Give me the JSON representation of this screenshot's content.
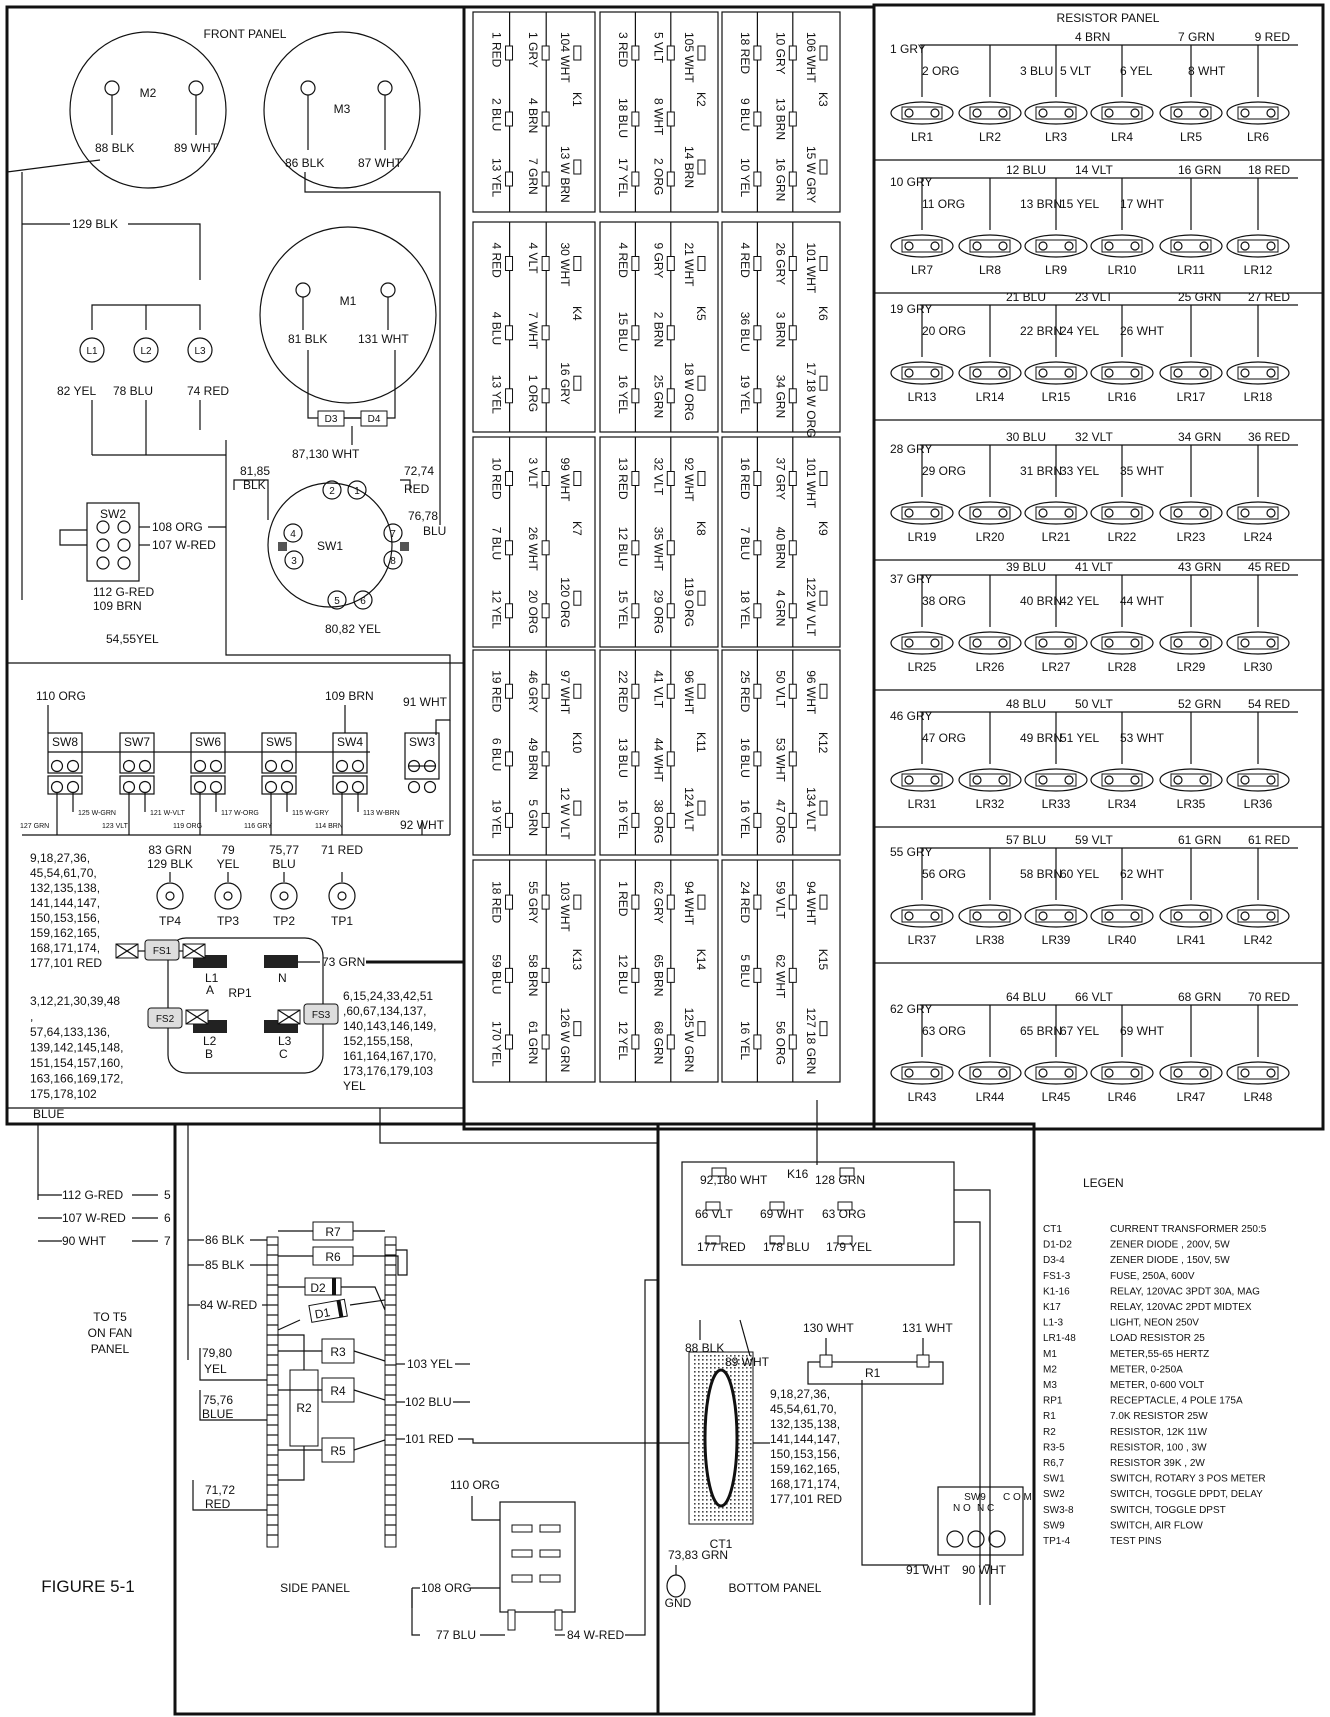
{
  "panels": {
    "front": "FRONT PANEL",
    "resistor": "RESISTOR PANEL",
    "side": "SIDE PANEL",
    "bottom": "BOTTOM PANEL",
    "figure": "FIGURE 5-1",
    "legend_title": "LEGEN",
    "blue": "BLUE",
    "tot5": "TO T5",
    "tot5b": "ON FAN",
    "tot5c": "PANEL"
  },
  "meters": {
    "m2": {
      "name": "M2",
      "left": "88 BLK",
      "right": "89 WHT"
    },
    "m3": {
      "name": "M3",
      "left": "86 BLK",
      "right": "87 WHT"
    },
    "m1": {
      "name": "M1",
      "left": "81 BLK",
      "right": "131 WHT"
    }
  },
  "front_labels": {
    "w129": "129 BLK",
    "l1": "L1",
    "l2": "L2",
    "l3": "L3",
    "l1w": "82 YEL",
    "l2w": "78 BLU",
    "l3w": "74 RED",
    "d3": "D3",
    "d4": "D4",
    "w87130": "87,130 WHT",
    "w8185a": "81,85",
    "w8185b": "BLK",
    "w7274a": "72,74",
    "w7274b": "RED",
    "w7678a": "76,78",
    "w7678b": "BLU",
    "sw1": "SW1",
    "sw1p": [
      "1",
      "2",
      "3",
      "4",
      "5",
      "6",
      "7",
      "8"
    ],
    "w8082": "80,82 YEL",
    "sw2": "SW2",
    "w108": "108 ORG",
    "w107": "107 W-RED",
    "w112": "112 G-RED",
    "w109": "109 BRN",
    "w5455": "54,55YEL",
    "w110": "110 ORG",
    "w109b": "109 BRN",
    "w91": "91 WHT",
    "w92": "92 WHT",
    "sw": [
      "SW8",
      "SW7",
      "SW6",
      "SW5",
      "SW4",
      "SW3"
    ],
    "swsub": [
      "125 W-GRN",
      "121 W-VLT",
      "117 W-ORG",
      "115 W-GRY",
      "113 W-BRN"
    ],
    "swbot": [
      "127 GRN",
      "123 VLT",
      "119 ORG",
      "116 GRY",
      "114 BRN"
    ],
    "tp": [
      {
        "w": "83 GRN",
        "w2": "129 BLK",
        "n": "TP4"
      },
      {
        "w": "79",
        "w2": "YEL",
        "n": "TP3"
      },
      {
        "w": "75,77",
        "w2": "BLU",
        "n": "TP2"
      },
      {
        "w": "71 RED",
        "w2": "",
        "n": "TP1"
      }
    ],
    "leftlist": [
      "9,18,27,36,",
      "45,54,61,70,",
      "132,135,138,",
      "141,144,147,",
      "150,153,156,",
      "159,162,165,",
      "168,171,174,",
      "177,101 RED"
    ],
    "leftlist2": [
      "3,12,21,30,39,48",
      ",",
      "57,64,133,136,",
      "139,142,145,148,",
      "151,154,157,160,",
      "163,166,169,172,",
      "175,178,102"
    ],
    "rightlist": [
      "6,15,24,33,42,51",
      ",60,67,134,137,",
      "140,143,146,149,",
      "152,155,158,",
      "161,164,167,170,",
      "173,176,179,103",
      "YEL"
    ],
    "rp1": "RP1",
    "fs": [
      "FS1",
      "FS2",
      "FS3"
    ],
    "rpl": [
      {
        "a": "L1",
        "b": "A"
      },
      {
        "a": "N",
        "b": ""
      },
      {
        "a": "L2",
        "b": "B"
      },
      {
        "a": "L3",
        "b": "C"
      }
    ],
    "w73": "73 GRN"
  },
  "relays": {
    "rows": [
      [
        {
          "k": "K1",
          "a": "1 RED",
          "b": "1 GRY",
          "c": "104 WHT",
          "d": "2 BLU",
          "e": "4 BRN",
          "f": "",
          "g": "13 YEL",
          "h": "7 GRN",
          "i": "13 W BRN"
        },
        {
          "k": "K2",
          "a": "3 RED",
          "b": "5 VLT",
          "c": "105 WHT",
          "d": "18 BLU",
          "e": "8 WHT",
          "f": "",
          "g": "17 YEL",
          "h": "2 ORG",
          "i": "14 BRN"
        },
        {
          "k": "K3",
          "a": "18 RED",
          "b": "10 GRY",
          "c": "106 WHT",
          "d": "9 BLU",
          "e": "13 BRN",
          "f": "",
          "g": "10 YEL",
          "h": "16 GRN",
          "i": "15 W GRY"
        }
      ],
      [
        {
          "k": "K4",
          "a": "4 RED",
          "b": "4 VLT",
          "c": "30 WHT",
          "d": "4 BLU",
          "e": "7 WHT",
          "f": "",
          "g": "13 YEL",
          "h": "1 ORG",
          "i": "16 GRY"
        },
        {
          "k": "K5",
          "a": "4 RED",
          "b": "9 GRY",
          "c": "21 WHT",
          "d": "15 BLU",
          "e": "2 BRN",
          "f": "",
          "g": "16 YEL",
          "h": "25 GRN",
          "i": "18 W ORG"
        },
        {
          "k": "K6",
          "a": "4 RED",
          "b": "26 GRY",
          "c": "101 WHT",
          "d": "36 BLU",
          "e": "3 BRN",
          "f": "",
          "g": "19 YEL",
          "h": "34 GRN",
          "i": "17 18 W ORG"
        }
      ],
      [
        {
          "k": "K7",
          "a": "10 RED",
          "b": "3 VLT",
          "c": "99 WHT",
          "d": "7 BLU",
          "e": "26 WHT",
          "f": "",
          "g": "12 YEL",
          "h": "20 ORG",
          "i": "120 ORG"
        },
        {
          "k": "K8",
          "a": "13 RED",
          "b": "32 VLT",
          "c": "92 WHT",
          "d": "12 BLU",
          "e": "35 WHT",
          "f": "",
          "g": "15 YEL",
          "h": "29 ORG",
          "i": "119 ORG"
        },
        {
          "k": "K9",
          "a": "16 RED",
          "b": "37 GRY",
          "c": "101 WHT",
          "d": "7 BLU",
          "e": "40 BRN",
          "f": "",
          "g": "18 YEL",
          "h": "4 GRN",
          "i": "122 W VLT"
        }
      ],
      [
        {
          "k": "K10",
          "a": "19 RED",
          "b": "46 GRY",
          "c": "97 WHT",
          "d": "6 BLU",
          "e": "49 BRN",
          "f": "",
          "g": "19 YEL",
          "h": "5 GRN",
          "i": "12 W VLT"
        },
        {
          "k": "K11",
          "a": "22 RED",
          "b": "41 VLT",
          "c": "96 WHT",
          "d": "13 BLU",
          "e": "44 WHT",
          "f": "",
          "g": "16 YEL",
          "h": "38 ORG",
          "i": "124 VLT"
        },
        {
          "k": "K12",
          "a": "25 RED",
          "b": "50 VLT",
          "c": "96 WHT",
          "d": "16 BLU",
          "e": "53 WHT",
          "f": "",
          "g": "16 YEL",
          "h": "47 ORG",
          "i": "134 VLT"
        }
      ],
      [
        {
          "k": "K13",
          "a": "18 RED",
          "b": "55 GRY",
          "c": "103 WHT",
          "d": "59 BLU",
          "e": "58 BRN",
          "f": "",
          "g": "170 YEL",
          "h": "61 GRN",
          "i": "126 W GRN"
        },
        {
          "k": "K14",
          "a": "1 RED",
          "b": "62 GRY",
          "c": "94 WHT",
          "d": "12 BLU",
          "e": "65 BRN",
          "f": "",
          "g": "12 YEL",
          "h": "68 GRN",
          "i": "125 W GRN"
        },
        {
          "k": "K15",
          "a": "24 RED",
          "b": "59 VLT",
          "c": "94 WHT",
          "d": "5 BLU",
          "e": "62 WHT",
          "f": "",
          "g": "16 YEL",
          "h": "56 ORG",
          "i": "127 18 GRN"
        }
      ]
    ]
  },
  "resistor_rows": [
    {
      "top": [
        "1 GRY",
        "4 BRN",
        "7 GRN",
        "9 RED"
      ],
      "mid": [
        "2 ORG",
        "3 BLU",
        "5 VLT",
        "6 YEL",
        "8 WHT"
      ],
      "lr": [
        "LR1",
        "LR2",
        "LR3",
        "LR4",
        "LR5",
        "LR6"
      ]
    },
    {
      "top": [
        "10 GRY",
        "12 BLU",
        "14 VLT",
        "16 GRN",
        "18 RED"
      ],
      "mid": [
        "11 ORG",
        "13 BRN",
        "15 YEL",
        "17 WHT"
      ],
      "lr": [
        "LR7",
        "LR8",
        "LR9",
        "LR10",
        "LR11",
        "LR12"
      ]
    },
    {
      "top": [
        "19 GRY",
        "21 BLU",
        "23 VLT",
        "25 GRN",
        "27 RED"
      ],
      "mid": [
        "20 ORG",
        "22 BRN",
        "24 YEL",
        "26 WHT"
      ],
      "lr": [
        "LR13",
        "LR14",
        "LR15",
        "LR16",
        "LR17",
        "LR18"
      ]
    },
    {
      "top": [
        "28 GRY",
        "30 BLU",
        "32 VLT",
        "34 GRN",
        "36 RED"
      ],
      "mid": [
        "29 ORG",
        "31 BRN",
        "33 YEL",
        "35 WHT"
      ],
      "lr": [
        "LR19",
        "LR20",
        "LR21",
        "LR22",
        "LR23",
        "LR24"
      ]
    },
    {
      "top": [
        "37 GRY",
        "39 BLU",
        "41 VLT",
        "43 GRN",
        "45 RED"
      ],
      "mid": [
        "38 ORG",
        "40 BRN",
        "42 YEL",
        "44 WHT"
      ],
      "lr": [
        "LR25",
        "LR26",
        "LR27",
        "LR28",
        "LR29",
        "LR30"
      ]
    },
    {
      "top": [
        "46 GRY",
        "48 BLU",
        "50 VLT",
        "52 GRN",
        "54 RED"
      ],
      "mid": [
        "47 ORG",
        "49 BRN",
        "51 YEL",
        "53 WHT"
      ],
      "lr": [
        "LR31",
        "LR32",
        "LR33",
        "LR34",
        "LR35",
        "LR36"
      ]
    },
    {
      "top": [
        "55 GRY",
        "57 BLU",
        "59 VLT",
        "61 GRN",
        "61 RED"
      ],
      "mid": [
        "56 ORG",
        "58 BRN",
        "60 YEL",
        "62 WHT"
      ],
      "lr": [
        "LR37",
        "LR38",
        "LR39",
        "LR40",
        "LR41",
        "LR42"
      ]
    },
    {
      "top": [
        "62 GRY",
        "64 BLU",
        "66 VLT",
        "68 GRN",
        "70 RED"
      ],
      "mid": [
        "63 ORG",
        "65 BRN",
        "67 YEL",
        "69 WHT"
      ],
      "lr": [
        "LR43",
        "LR44",
        "LR45",
        "LR46",
        "LR47",
        "LR48"
      ]
    }
  ],
  "side": {
    "left_wires": [
      "112 G-RED",
      "107 W-RED",
      "90 WHT"
    ],
    "left_nums": [
      "5",
      "6",
      "7"
    ],
    "w86": "86 BLK",
    "w85": "85 BLK",
    "w84": "84 W-RED",
    "w7980a": "79,80",
    "w7980b": "YEL",
    "w7576a": "75,76",
    "w7576b": "BLUE",
    "w7172a": "71,72",
    "w7172b": "RED",
    "parts": [
      "R7",
      "R6",
      "D2",
      "D1",
      "R3",
      "R4",
      "R2",
      "R5"
    ],
    "w103": "103 YEL",
    "w102": "102 BLU",
    "w101": "101 RED",
    "w110": "110 ORG",
    "w108": "108 ORG",
    "w77": "77 BLU",
    "w84b": "84 W-RED"
  },
  "bottom": {
    "k16": "K16",
    "k16w": [
      "92,180 WHT",
      "128 GRN",
      "66 VLT",
      "69 WHT",
      "63 ORG",
      "177 RED",
      "178 BLU",
      "179 YEL"
    ],
    "w88": "88 BLK",
    "w89": "89 WHT",
    "w130": "130 WHT",
    "w131": "131 WHT",
    "r1": "R1",
    "list": [
      "9,18,27,36,",
      "45,54,61,70,",
      "132,135,138,",
      "141,144,147,",
      "150,153,156,",
      "159,162,165,",
      "168,171,174,",
      "177,101 RED"
    ],
    "ct1": "CT1",
    "w7383": "73,83 GRN",
    "gnd": "GND",
    "sw9": "SW9",
    "sw9no": "N O",
    "sw9nc": "N C",
    "sw9com": "C O M",
    "w91": "91 WHT",
    "w90": "90 WHT"
  },
  "legend": [
    {
      "code": "CT1",
      "desc": "CURRENT TRANSFORMER 250:5"
    },
    {
      "code": "D1-D2",
      "desc": "ZENER DIODE , 200V, 5W"
    },
    {
      "code": "D3-4",
      "desc": "ZENER DIODE , 150V, 5W"
    },
    {
      "code": "FS1-3",
      "desc": "FUSE, 250A, 600V"
    },
    {
      "code": "K1-16",
      "desc": "RELAY, 120VAC 3PDT 30A, MAG"
    },
    {
      "code": "K17",
      "desc": "RELAY, 120VAC 2PDT MIDTEX"
    },
    {
      "code": "L1-3",
      "desc": "LIGHT, NEON 250V"
    },
    {
      "code": "LR1-48",
      "desc": "LOAD RESISTOR 25"
    },
    {
      "code": "M1",
      "desc": "METER,55-65 HERTZ"
    },
    {
      "code": "M2",
      "desc": "METER, 0-250A"
    },
    {
      "code": "M3",
      "desc": "METER, 0-600 VOLT"
    },
    {
      "code": "RP1",
      "desc": "RECEPTACLE, 4 POLE 175A"
    },
    {
      "code": "R1",
      "desc": "7.0K RESISTOR 25W"
    },
    {
      "code": "R2",
      "desc": "RESISTOR, 12K 11W"
    },
    {
      "code": "R3-5",
      "desc": "RESISTOR, 100 , 3W"
    },
    {
      "code": "R6,7",
      "desc": "RESISTOR 39K , 2W"
    },
    {
      "code": "SW1",
      "desc": "SWITCH, ROTARY 3 POS METER"
    },
    {
      "code": "SW2",
      "desc": "SWITCH, TOGGLE DPDT, DELAY"
    },
    {
      "code": "SW3-8",
      "desc": "SWITCH, TOGGLE DPST"
    },
    {
      "code": "SW9",
      "desc": "SWITCH, AIR FLOW"
    },
    {
      "code": "TP1-4",
      "desc": "TEST PINS"
    }
  ]
}
